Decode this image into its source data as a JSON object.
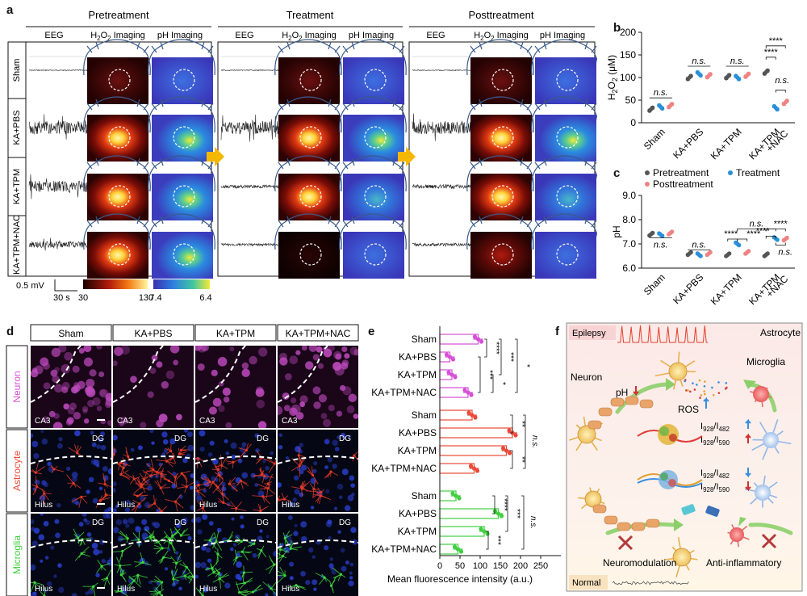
{
  "panel_a": {
    "label": "a",
    "stages": [
      "Pretreatment",
      "Treatment",
      "Posttreatment"
    ],
    "columns": [
      "EEG",
      "H<sub>2</sub>O<sub>2</sub> Imaging",
      "pH Imaging"
    ],
    "col_eeg": "EEG",
    "col_h2o2_main": "H",
    "col_h2o2_sub1": "2",
    "col_h2o2_mid": "O",
    "col_h2o2_sub2": "2",
    "col_h2o2_tail": " Imaging",
    "col_ph": "pH Imaging",
    "rows": [
      "Sham",
      "KA+PBS",
      "KA+TPM",
      "KA+TPM+NAC"
    ],
    "scale_mv": "0.5 mV",
    "scale_s": "30 s",
    "h2o2_scale": [
      "30",
      "130"
    ],
    "ph_scale": [
      "7.4",
      "6.4"
    ]
  },
  "panel_b": {
    "label": "b",
    "ylabel_main": "H",
    "ylabel_sub": "2",
    "ylabel_mid": "O",
    "ylabel_sub2": "2",
    "ylabel_tail": " (μM)",
    "categories": [
      "Sham",
      "KA+PBS",
      "KA+TPM",
      "KA+TPM\n+NAC"
    ],
    "ns": "n.s.",
    "sig4": "****"
  },
  "panel_c": {
    "label": "c",
    "ylabel": "pH",
    "legend": [
      "Pretreatment",
      "Treatment",
      "Posttreatment"
    ],
    "categories": [
      "Sham",
      "KA+PBS",
      "KA+TPM",
      "KA+TPM\n+NAC"
    ],
    "ns": "n.s.",
    "sig4": "****"
  },
  "panel_d": {
    "label": "d",
    "groups": [
      "Sham",
      "KA+PBS",
      "KA+TPM",
      "KA+TPM+NAC"
    ],
    "rows": [
      "Neuron",
      "Astrocyte",
      "Microglia"
    ],
    "region_ca3": "CA3",
    "region_dg": "DG",
    "region_hilus": "Hilus"
  },
  "panel_e": {
    "label": "e",
    "xlabel": "Mean fluorescence intensity (a.u.)",
    "groups": [
      "Sham",
      "KA+PBS",
      "KA+TPM",
      "KA+TPM+NAC"
    ],
    "sig": [
      "****",
      "***",
      "*",
      "***",
      "*",
      "**",
      "**",
      "n.s.",
      "****",
      "***",
      "***",
      "n.s."
    ]
  },
  "panel_f": {
    "label": "f",
    "epilepsy": "Epilepsy",
    "neuron": "Neuron",
    "astrocyte": "Astrocyte",
    "microglia": "Microglia",
    "ph": "pH",
    "ros": "ROS",
    "ratio1_a": "I",
    "ratio1_sub_a": "928",
    "ratio1_mid": "/I",
    "ratio1_sub_b": "482",
    "ratio2_sub_b": "590",
    "neuromodulation": "Neuromodulation",
    "anti_inflammatory": "Anti-inflammatory",
    "normal": "Normal"
  },
  "colors": {
    "pre": "#555555",
    "treat": "#2a8fd8",
    "post": "#ef8383",
    "neuron": "#d64fd6",
    "astro": "#e84a3a",
    "micro": "#3fcf3f"
  },
  "chart_data": [
    {
      "type": "scatter",
      "panel": "b",
      "categories": [
        "Sham",
        "KA+PBS",
        "KA+TPM",
        "KA+TPM\n+NAC"
      ],
      "ylim": [
        0,
        200
      ],
      "yticks": [
        0,
        50,
        100,
        150,
        200
      ],
      "series": [
        {
          "name": "Pretreatment",
          "means": [
            30,
            100,
            102,
            112
          ]
        },
        {
          "name": "Treatment",
          "means": [
            35,
            108,
            100,
            33
          ]
        },
        {
          "name": "Posttreatment",
          "means": [
            38,
            104,
            105,
            45
          ]
        }
      ]
    },
    {
      "type": "scatter",
      "panel": "c",
      "categories": [
        "Sham",
        "KA+PBS",
        "KA+TPM",
        "KA+TPM\n+NAC"
      ],
      "ylim": [
        6.0,
        9.0
      ],
      "yticks": [
        6.0,
        7.0,
        8.0,
        9.0
      ],
      "series": [
        {
          "name": "Pretreatment",
          "means": [
            7.4,
            6.6,
            6.55,
            6.55
          ]
        },
        {
          "name": "Treatment",
          "means": [
            7.38,
            6.55,
            7.0,
            7.22
          ]
        },
        {
          "name": "Posttreatment",
          "means": [
            7.45,
            6.6,
            6.65,
            7.2
          ]
        }
      ]
    },
    {
      "type": "bar",
      "panel": "e",
      "xlim": [
        0,
        300
      ],
      "xticks": [
        0,
        50,
        100,
        150,
        200,
        250
      ],
      "groups": [
        {
          "name": "Neuron",
          "categories": [
            "Sham",
            "KA+PBS",
            "KA+TPM",
            "KA+TPM+NAC"
          ],
          "values": [
            95,
            25,
            30,
            70
          ]
        },
        {
          "name": "Astrocyte",
          "categories": [
            "Sham",
            "KA+PBS",
            "KA+TPM",
            "KA+TPM+NAC"
          ],
          "values": [
            80,
            180,
            165,
            85
          ]
        },
        {
          "name": "Microglia",
          "categories": [
            "Sham",
            "KA+PBS",
            "KA+TPM",
            "KA+TPM+NAC"
          ],
          "values": [
            40,
            145,
            110,
            45
          ]
        }
      ]
    }
  ]
}
